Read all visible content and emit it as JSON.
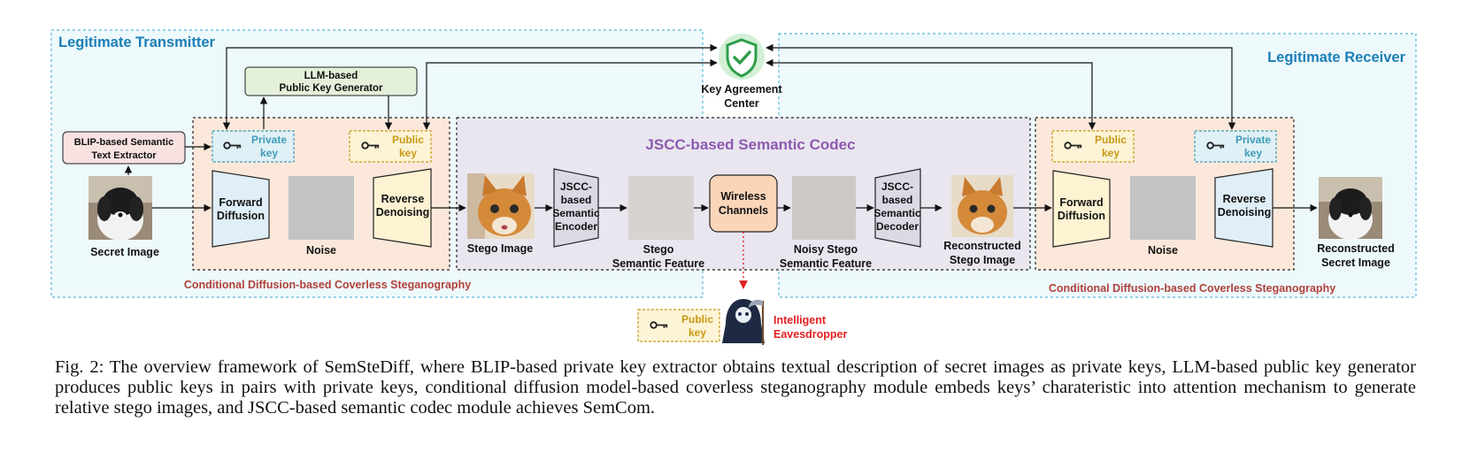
{
  "regions": {
    "transmitter": "Legitimate Transmitter",
    "receiver": "Legitimate Receiver",
    "codec": "JSCC-based Semantic Codec",
    "tx_steg": "Conditional Diffusion-based Coverless Steganography",
    "rx_steg": "Conditional Diffusion-based Coverless Steganography"
  },
  "center": {
    "label_1": "Key Agreement",
    "label_2": "Center"
  },
  "tx": {
    "llm_1": "LLM-based",
    "llm_2": "Public Key Generator",
    "blip_1": "BLIP-based Semantic",
    "blip_2": "Text Extractor",
    "private_1": "Private",
    "private_2": "key",
    "public_1": "Public",
    "public_2": "key",
    "forward_1": "Forward",
    "forward_2": "Diffusion",
    "reverse_1": "Reverse",
    "reverse_2": "Denoising",
    "noise": "Noise",
    "secret_image": "Secret Image"
  },
  "codec": {
    "stego_image": "Stego Image",
    "encoder_1": "JSCC-",
    "encoder_2": "based",
    "encoder_3": "Semantic",
    "encoder_4": "Encoder",
    "stego_feature_1": "Stego",
    "stego_feature_2": "Semantic Feature",
    "wireless_1": "Wireless",
    "wireless_2": "Channels",
    "noisy_feature_1": "Noisy Stego",
    "noisy_feature_2": "Semantic Feature",
    "decoder_1": "JSCC-",
    "decoder_2": "based",
    "decoder_3": "Semantic",
    "decoder_4": "Decoder",
    "recon_stego_1": "Reconstructed",
    "recon_stego_2": "Stego Image"
  },
  "rx": {
    "public_1": "Public",
    "public_2": "key",
    "private_1": "Private",
    "private_2": "key",
    "forward_1": "Forward",
    "forward_2": "Diffusion",
    "reverse_1": "Reverse",
    "reverse_2": "Denoising",
    "noise": "Noise",
    "recon_secret_1": "Reconstructed",
    "recon_secret_2": "Secret Image"
  },
  "eavesdropper": {
    "public_1": "Public",
    "public_2": "key",
    "label_1": "Intelligent",
    "label_2": "Eavesdropper"
  },
  "caption": "Fig. 2: The overview framework of SemSteDiff, where BLIP-based private key extractor obtains textual description of secret images as private keys, LLM-based public key generator produces public keys in pairs with private keys, conditional diffusion model-based coverless steganography module embeds keys’ charateristic into attention mechanism to generate relative stego images, and JSCC-based semantic codec module achieves SemCom.",
  "colors": {
    "region_blue": "#5bb8d8",
    "region_fill": "#eef9fc",
    "steg_fill": "#fbe8da",
    "codec_fill": "#e9e6f0",
    "region_title": "#1b7fb6",
    "codec_title": "#8e5ab0",
    "steg_title": "#b0413a",
    "private_key": "#3f9ab8",
    "public_key": "#c89a14",
    "eavesdropper": "#e32020",
    "shield": "#2e9e4a"
  }
}
